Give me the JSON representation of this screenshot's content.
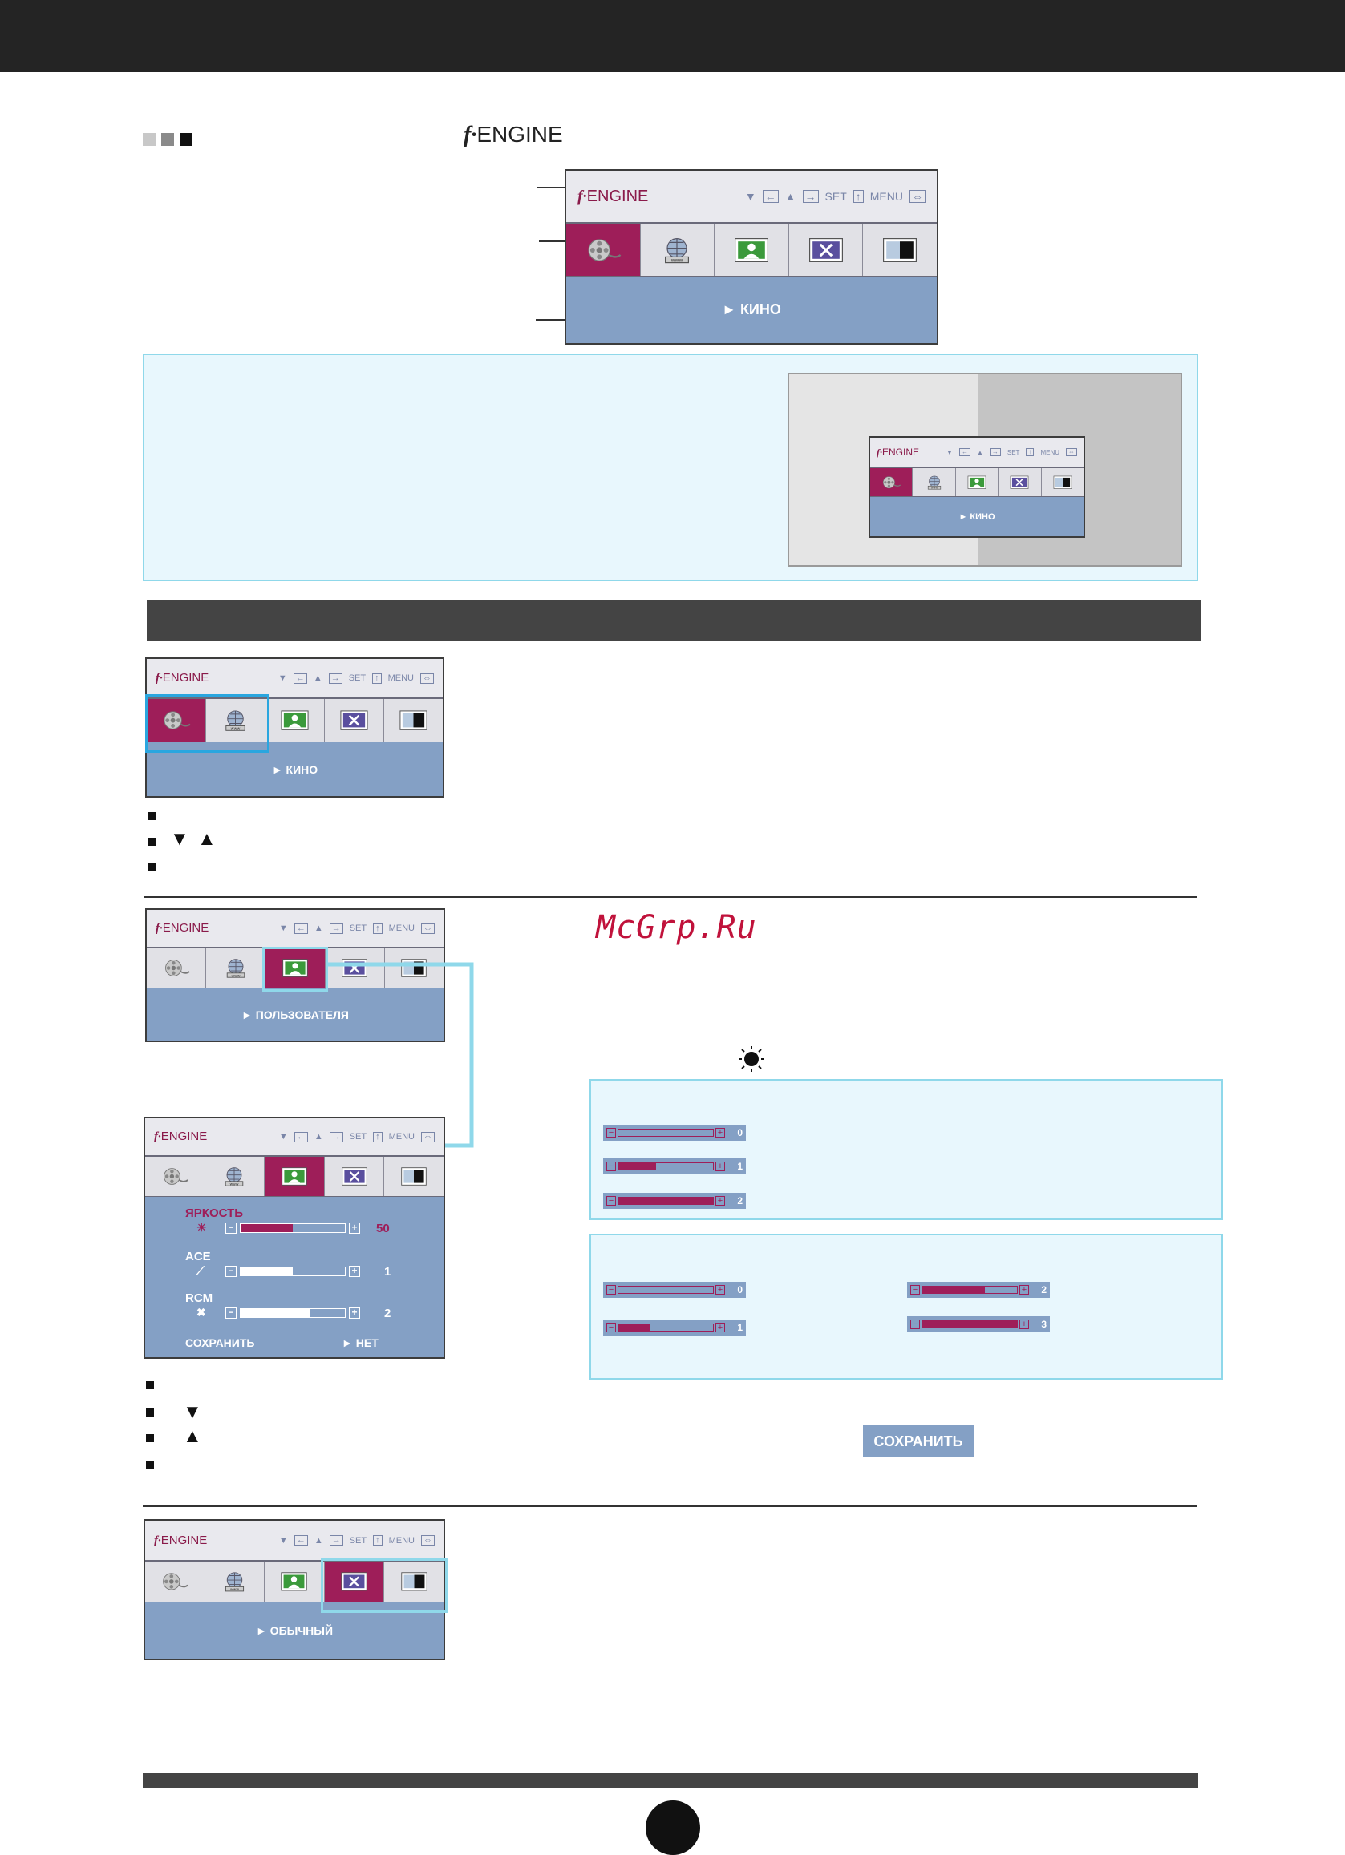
{
  "page_title": "ENGINE",
  "page_number": "",
  "osd": {
    "brand": "ENGINE",
    "down_arrow": "▼",
    "up_arrow": "▲",
    "set_label": "SET",
    "menu_label": "MENU",
    "modes": [
      "movie-reel-icon",
      "internet-globe-icon",
      "user-picture-icon",
      "normal-x-icon",
      "demo-split-icon"
    ]
  },
  "top_osd": {
    "selected": 0,
    "label": "► КИНО"
  },
  "example_osd": {
    "selected": 0,
    "label": "► КИНО"
  },
  "section1_osd": {
    "selected": 0,
    "label": "► КИНО"
  },
  "section2_osd": {
    "selected": 2,
    "label": "► ПОЛЬЗОВАТЕЛЯ"
  },
  "section2_detail": {
    "brightness_label": "ЯРКОСТЬ",
    "brightness_value": "50",
    "brightness_level": 0.5,
    "ace_label": "ACE",
    "ace_value": "1",
    "ace_level": 0.5,
    "rcm_label": "RCM",
    "rcm_value": "2",
    "rcm_level": 0.66,
    "save_label": "СОХРАНИТЬ",
    "save_value": "► НЕТ"
  },
  "section3_osd": {
    "selected": 3,
    "label": "► ОБЫЧНЫЙ"
  },
  "watermark": "McGrp.Ru",
  "ace_sliders": [
    {
      "value": "0",
      "level": 0
    },
    {
      "value": "1",
      "level": 0.4
    },
    {
      "value": "2",
      "level": 1
    }
  ],
  "rcm_sliders": [
    {
      "value": "0",
      "level": 0
    },
    {
      "value": "1",
      "level": 0.33
    },
    {
      "value": "2",
      "level": 0.66
    },
    {
      "value": "3",
      "level": 1
    }
  ],
  "save_button": "СОХРАНИТЬ",
  "colors": {
    "accent": "#9e1e59",
    "osd_blue": "#84a0c5",
    "info_border": "#8fd8ea"
  }
}
